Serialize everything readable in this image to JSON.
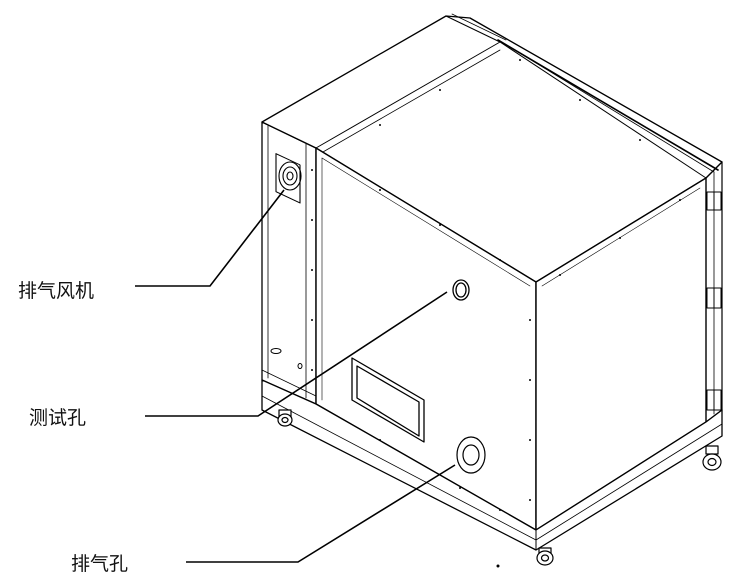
{
  "callouts": {
    "exhaust_fan": "排气风机",
    "test_hole": "测试孔",
    "exhaust_hole": "排气孔"
  }
}
